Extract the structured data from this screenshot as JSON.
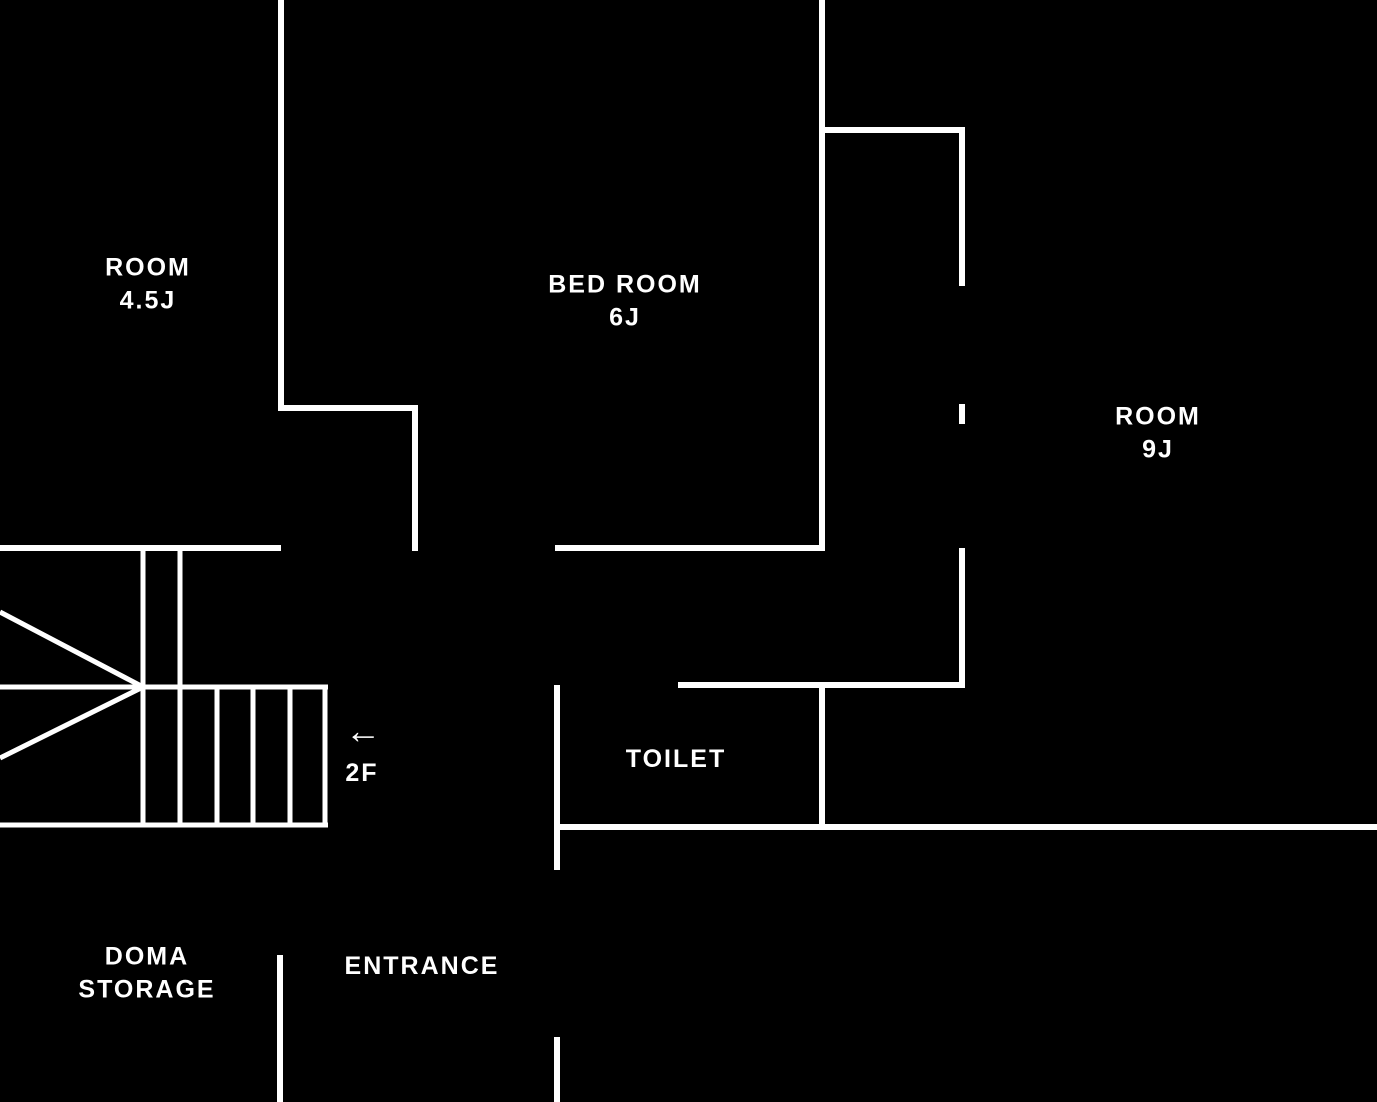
{
  "floorplan": {
    "colors": {
      "background": "#000000",
      "walls": "#ffffff",
      "text": "#ffffff"
    },
    "rooms": {
      "room45": {
        "name": "ROOM",
        "size": "4.5J"
      },
      "bedroom": {
        "name": "BED ROOM",
        "size": "6J"
      },
      "room9": {
        "name": "ROOM",
        "size": "9J"
      },
      "toilet": {
        "name": "TOILET"
      },
      "doma": {
        "line1": "DOMA",
        "line2": "STORAGE"
      },
      "entrance": {
        "name": "ENTRANCE"
      }
    },
    "stairs": {
      "direction_arrow": "←",
      "floor_label": "2F"
    }
  }
}
